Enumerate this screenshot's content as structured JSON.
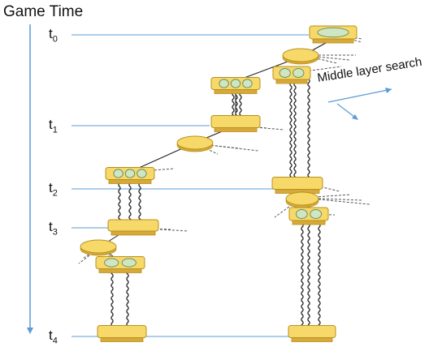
{
  "title": "Game Time",
  "time_labels": [
    {
      "main": "t",
      "sub": "0"
    },
    {
      "main": "t",
      "sub": "1"
    },
    {
      "main": "t",
      "sub": "2"
    },
    {
      "main": "t",
      "sub": "3"
    },
    {
      "main": "t",
      "sub": "4"
    }
  ],
  "annotation": "Middle layer search",
  "colors": {
    "axis": "#5b9bd5",
    "guide_line": "#5b9bd5",
    "node_fill": "#f7d96a",
    "node_edge": "#b8901a",
    "node_side": "#d6a93a",
    "inner_ellipse": "#cfe6c3",
    "inner_edge": "#6f8f63",
    "link": "#222222",
    "annotation_arrow": "#5b9bd5"
  },
  "icons": {
    "node": "slab-node-icon",
    "disk": "disk-node-icon",
    "arrow": "arrow-icon"
  }
}
